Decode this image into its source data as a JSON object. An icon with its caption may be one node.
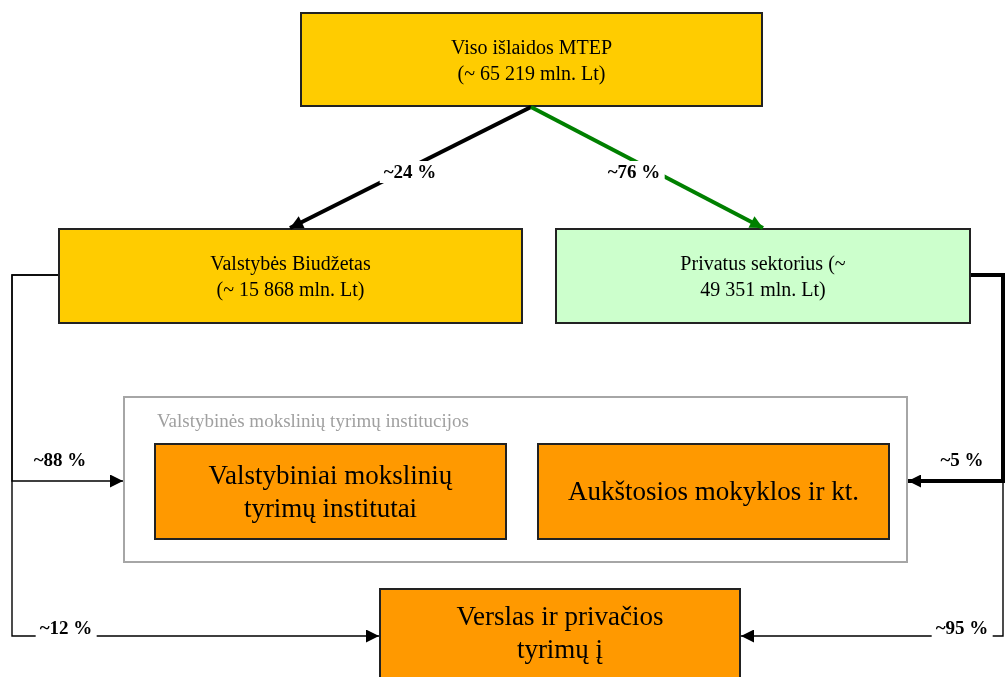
{
  "diagram": {
    "nodes": [
      {
        "text": [
          "Viso išlaidos MTEP (~ 65 219 mln. Lt)"
        ]
      },
      {
        "text": [
          "Valstybės Biudžetas (~ 15 868 mln. Lt)"
        ]
      },
      {
        "text": [
          "Privatus sektorius (~ 49 351 mln. Lt)"
        ]
      },
      {
        "text": [
          "Valstybinės mokslinių tyrimų institucijos"
        ]
      },
      {
        "text": [
          "Valstybiniai mokslinių tyrimų institutai"
        ],
        "in": 3
      },
      {
        "text": [
          "Aukštosios mokyklos ir kt."
        ],
        "in": 3
      },
      {
        "text": [
          "Verslas ir privačios tyrimų į"
        ]
      }
    ],
    "edges": [
      {
        "from": 0,
        "to": 1,
        "arrow": "to",
        "label": "~24 %",
        "style": "thick"
      },
      {
        "from": 0,
        "to": 2,
        "arrow": "to",
        "label": "~76 %",
        "style": "thick",
        "color": "#008000"
      },
      {
        "from": 1,
        "to": 3,
        "arrow": "to",
        "label": "~88 %"
      },
      {
        "from": 1,
        "to": 6,
        "arrow": "to",
        "label": "~12 %"
      },
      {
        "from": 2,
        "to": 3,
        "arrow": "to",
        "label": "~5 %",
        "style": "thick"
      },
      {
        "from": 2,
        "to": 6,
        "arrow": "to",
        "label": "~95 %"
      }
    ]
  }
}
